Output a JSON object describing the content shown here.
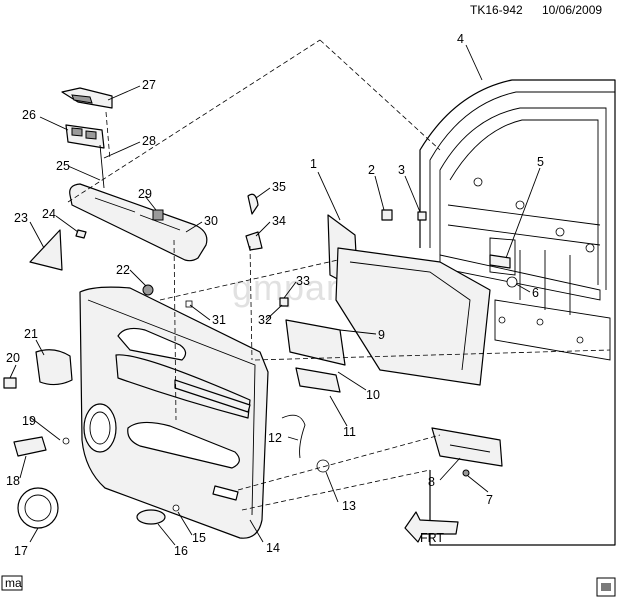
{
  "header": {
    "code": "TK16-942",
    "date": "10/06/2009"
  },
  "watermark": "gmpartsdirect",
  "direction_label": "FRT",
  "corner_tag": "ma",
  "callouts": [
    "1",
    "2",
    "3",
    "4",
    "5",
    "6",
    "7",
    "8",
    "9",
    "10",
    "11",
    "12",
    "13",
    "14",
    "15",
    "16",
    "17",
    "18",
    "19",
    "20",
    "21",
    "22",
    "23",
    "24",
    "25",
    "26",
    "27",
    "28",
    "29",
    "30",
    "31",
    "32",
    "33",
    "34",
    "35"
  ]
}
